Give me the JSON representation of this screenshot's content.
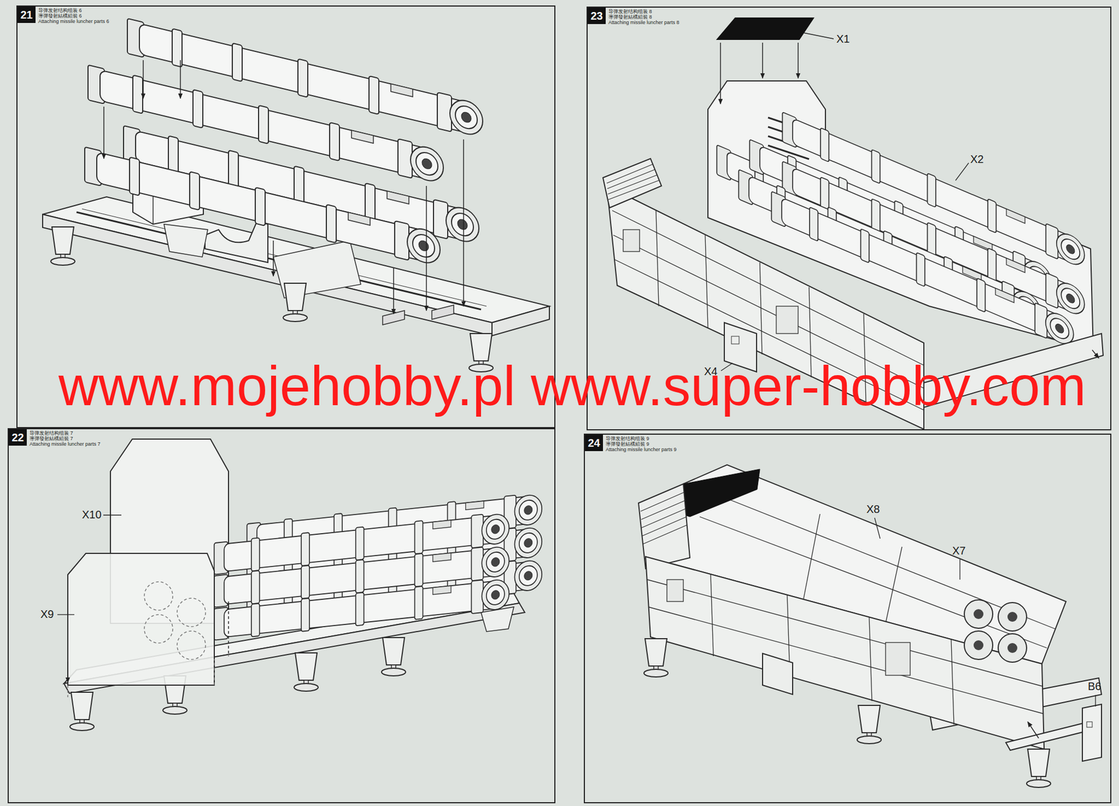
{
  "diagram": {
    "nodes": [
      {
        "text": [
          "导弹发射结构组装 6",
          "導彈發射結構組裝 6",
          "Attaching missile luncher parts 6"
        ]
      },
      {
        "text": [
          "21"
        ],
        "in": 0
      },
      {
        "text": [
          "导弹发射结构组装 8",
          "導彈發射結構組裝 8",
          "Attaching missile luncher parts 8"
        ]
      },
      {
        "text": [
          "23"
        ],
        "in": 2
      },
      {
        "text": [
          "导弹发射结构组装 7",
          "導彈發射結構組裝 7",
          "Attaching missile luncher parts 7"
        ]
      },
      {
        "text": [
          "22"
        ],
        "in": 4
      },
      {
        "text": [
          "导弹发射结构组装 9",
          "導彈發射結構組裝 9",
          "Attaching missile luncher parts 9"
        ]
      },
      {
        "text": [
          "24"
        ],
        "in": 6
      }
    ],
    "labels": [
      "X1",
      "X2",
      "X4",
      "www.mojehobby.pl www.super-hobby.com",
      "X10",
      "X9",
      "X8",
      "X7",
      "B6"
    ]
  }
}
